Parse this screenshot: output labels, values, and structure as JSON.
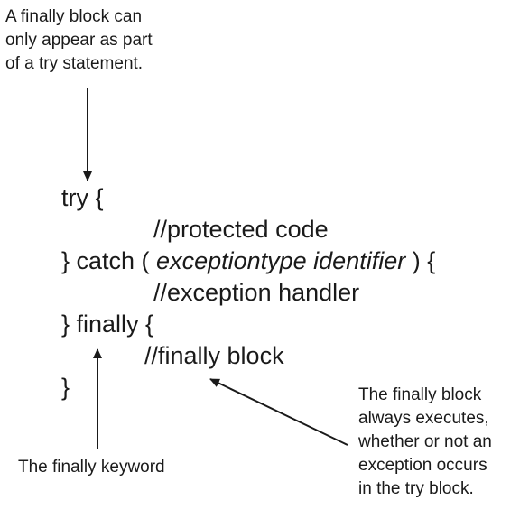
{
  "annotations": {
    "top_note": [
      "A finally block can",
      "only appear as part",
      "of a try statement."
    ],
    "right_note": [
      "The finally block",
      "always executes,",
      "whether or not an",
      "exception occurs",
      "in the try block."
    ],
    "bottom_note": "The finally keyword"
  },
  "code": {
    "try_line": "try {",
    "protected_comment": "//protected code",
    "catch_open": "} catch ( ",
    "catch_params": "exceptiontype identifier",
    "catch_close": " ) {",
    "handler_comment": "//exception handler",
    "finally_line": "} finally {",
    "finally_comment": "//finally block",
    "close_brace": "}"
  }
}
